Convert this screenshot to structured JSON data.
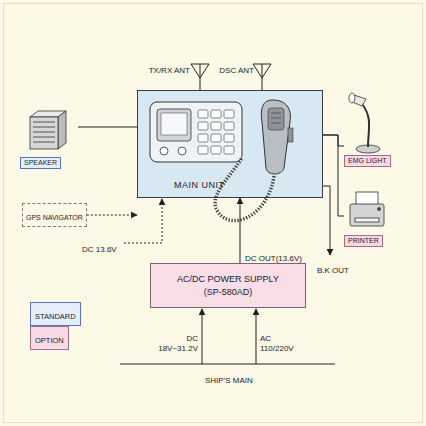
{
  "diagram": {
    "nodes": [
      {
        "text": [
          "SPEAKER"
        ]
      },
      {
        "text": [
          "GPS NAVIGATOR"
        ]
      },
      {
        "text": [
          "MAIN UNIT"
        ]
      },
      {
        "text": [
          "EMG LIGHT"
        ]
      },
      {
        "text": [
          "PRINTER"
        ]
      },
      {
        "text": [
          "AC/DC POWER SUPPLY",
          "(SP-580AD)"
        ]
      }
    ],
    "edges": [
      {
        "from": 0,
        "to": 2,
        "arrow": "none"
      },
      {
        "from": 1,
        "to": 2,
        "arrow": "to"
      },
      {
        "from": 2,
        "to": 3,
        "arrow": "none"
      },
      {
        "from": 2,
        "to": 4,
        "arrow": "none"
      },
      {
        "from": 5,
        "to": 2,
        "arrow": "to",
        "label": "DC OUT(13.6V)"
      }
    ],
    "labels": [
      "TX/RX ANT",
      "DSC ANT",
      "DC 13.6V",
      "B.K OUT",
      "DC",
      "18V~31.2V",
      "AC",
      "110/220V",
      "SHIP'S MAIN"
    ],
    "legend": [
      {
        "text": "STANDARD",
        "color": "#e6eefc"
      },
      {
        "text": "OPTION",
        "color": "#f8d9e6"
      }
    ]
  }
}
